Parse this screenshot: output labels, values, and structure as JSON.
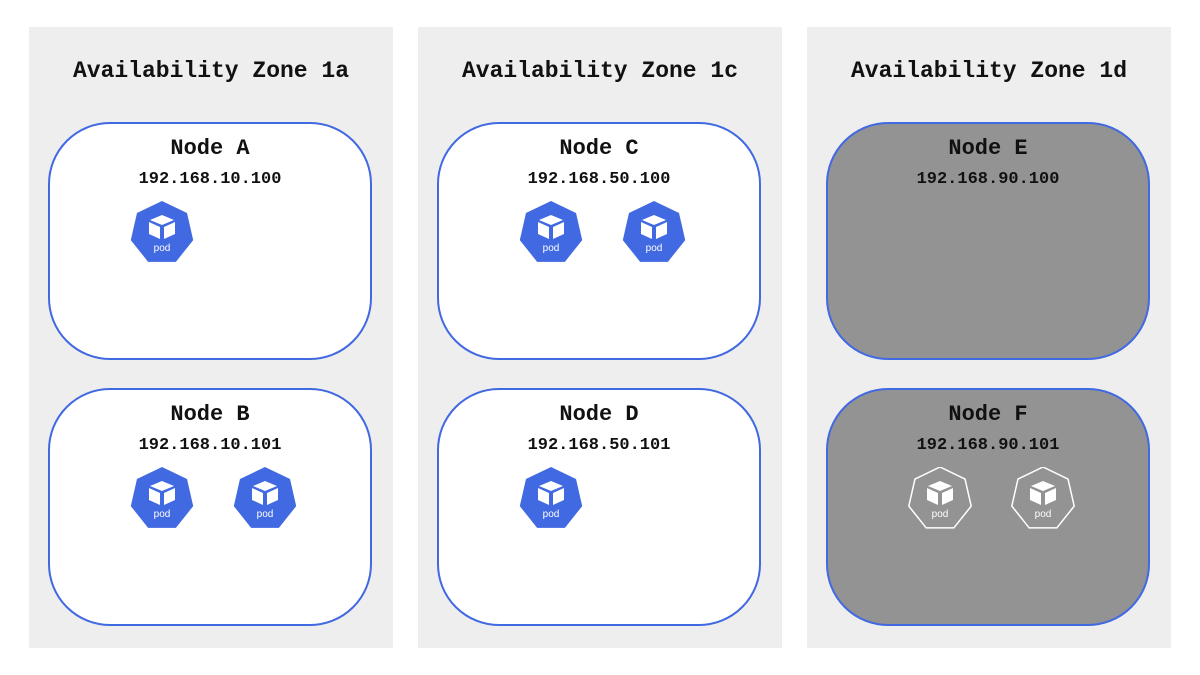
{
  "pod_label": "pod",
  "colors": {
    "pod_active": "#4169e1",
    "node_border": "#4169e1",
    "node_unavailable": "#939393",
    "zone_background": "#eeeeee"
  },
  "zones": [
    {
      "title": "Availability Zone 1a",
      "nodes": [
        {
          "name": "Node A",
          "ip": "192.168.10.100",
          "pods": 1,
          "state": "available"
        },
        {
          "name": "Node B",
          "ip": "192.168.10.101",
          "pods": 2,
          "state": "available"
        }
      ]
    },
    {
      "title": "Availability Zone 1c",
      "nodes": [
        {
          "name": "Node C",
          "ip": "192.168.50.100",
          "pods": 2,
          "state": "available"
        },
        {
          "name": "Node D",
          "ip": "192.168.50.101",
          "pods": 1,
          "state": "available"
        }
      ]
    },
    {
      "title": "Availability Zone 1d",
      "nodes": [
        {
          "name": "Node E",
          "ip": "192.168.90.100",
          "pods": 0,
          "state": "unavailable"
        },
        {
          "name": "Node F",
          "ip": "192.168.90.101",
          "pods": 2,
          "state": "unavailable"
        }
      ]
    }
  ]
}
